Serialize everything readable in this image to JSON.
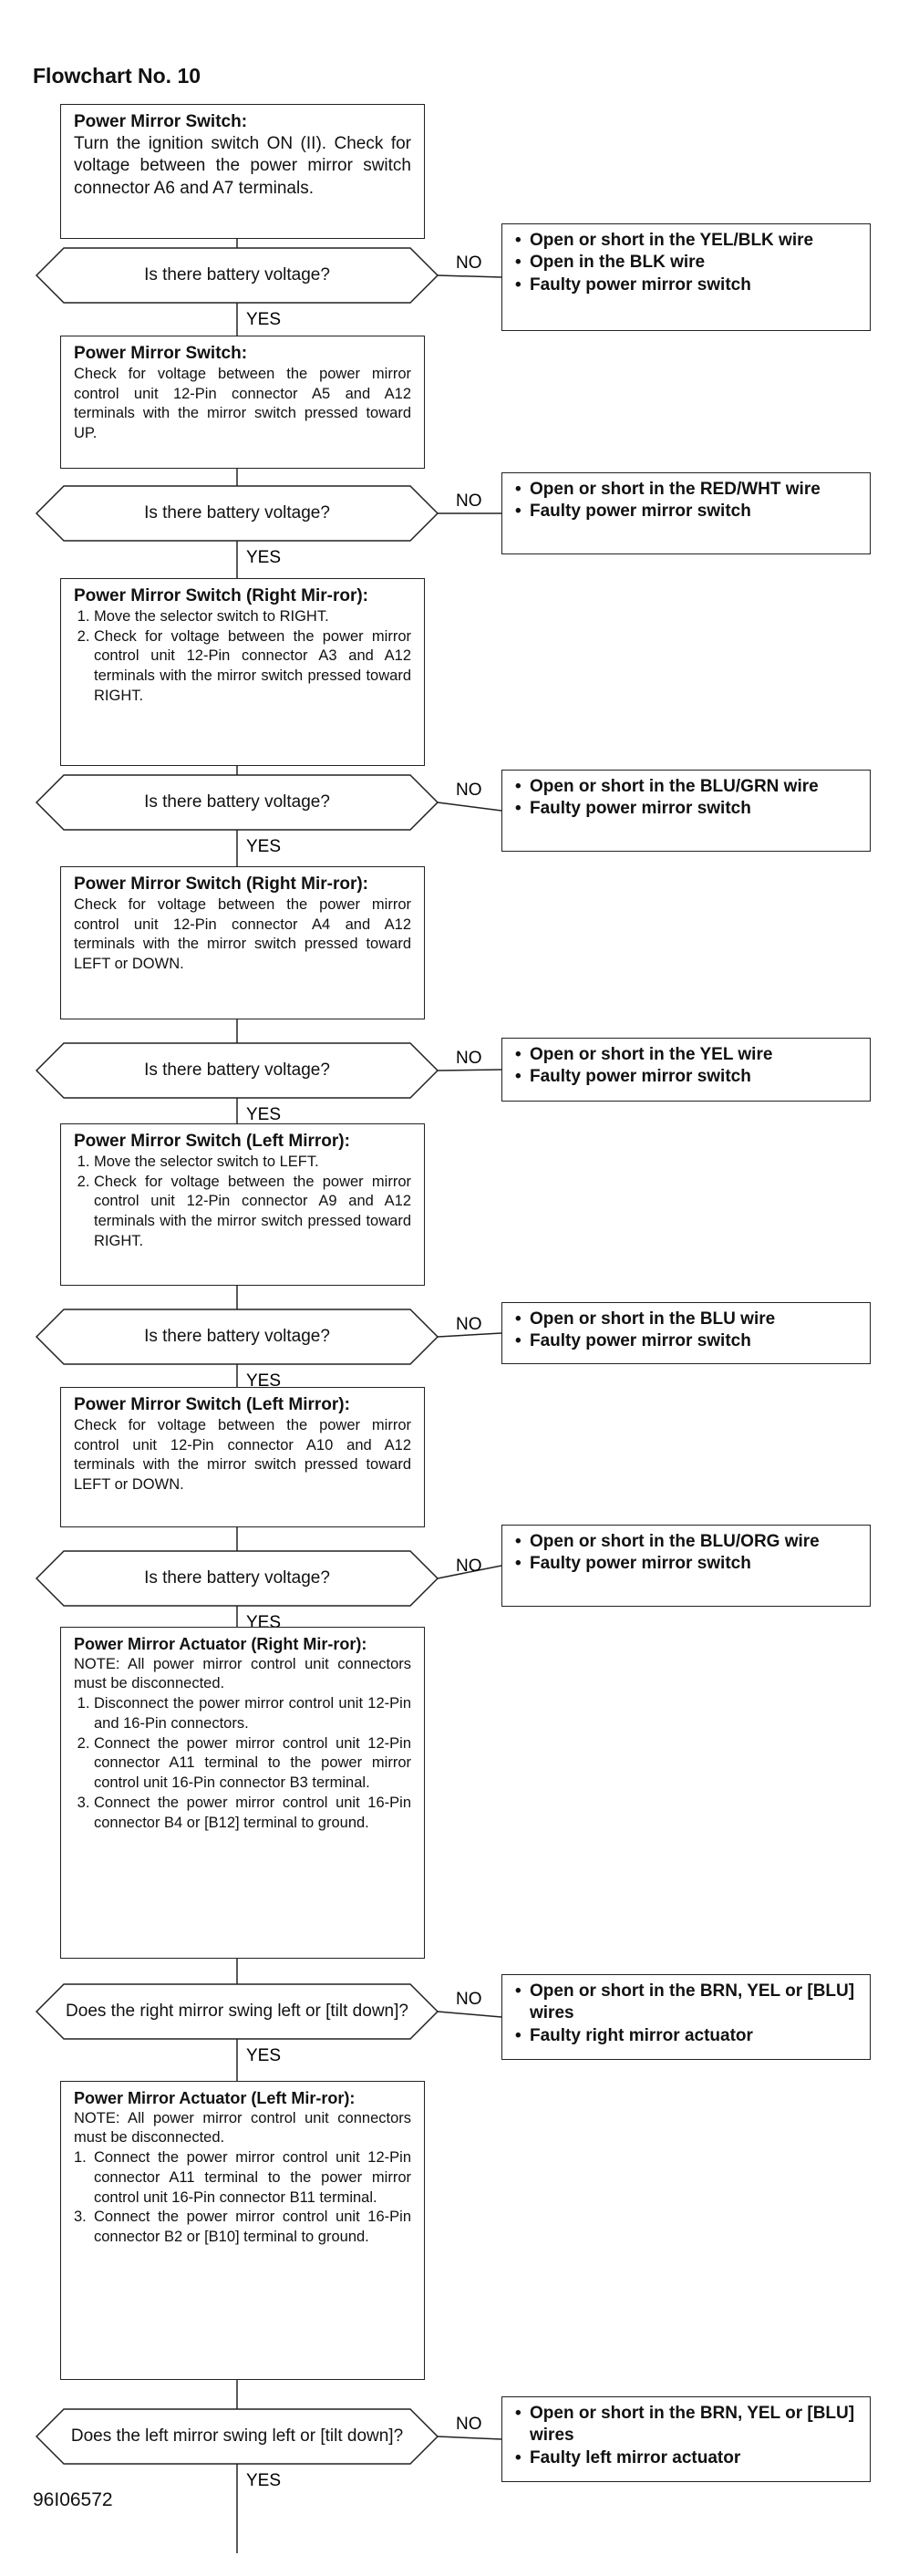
{
  "title": "Flowchart No. 10",
  "figure_code": "96I06572",
  "yes_label": "YES",
  "no_label": "NO",
  "steps": [
    {
      "heading": "Power Mirror Switch:",
      "text": "Turn the ignition switch ON (II). Check for voltage between the power mirror switch connector A6 and A7 terminals.",
      "question": "Is there battery voltage?",
      "results": [
        "Open or short in the YEL/BLK wire",
        "Open in the BLK wire",
        "Faulty power mirror switch"
      ]
    },
    {
      "heading": "Power Mirror Switch:",
      "text": "Check for voltage between the power mirror control unit 12-Pin connector A5 and A12 terminals with the mirror switch pressed toward UP.",
      "question": "Is there battery voltage?",
      "results": [
        "Open or short in the RED/WHT wire",
        "Faulty power mirror switch"
      ]
    },
    {
      "heading": "Power Mirror Switch (Right Mir-ror):",
      "items": [
        "Move the selector switch to RIGHT.",
        "Check for voltage between the power mirror control unit 12-Pin connector A3 and A12 terminals with the mirror switch pressed toward RIGHT."
      ],
      "question": "Is there battery voltage?",
      "results": [
        "Open or short in the BLU/GRN wire",
        "Faulty power mirror switch"
      ]
    },
    {
      "heading": "Power Mirror Switch (Right Mir-ror):",
      "text": "Check for voltage between the power mirror control unit 12-Pin connector A4 and A12 terminals with the mirror switch pressed toward LEFT or DOWN.",
      "question": "Is there battery voltage?",
      "results": [
        "Open or short in the YEL wire",
        "Faulty power mirror switch"
      ]
    },
    {
      "heading": "Power Mirror Switch (Left Mirror):",
      "items": [
        "Move the selector switch to LEFT.",
        "Check for voltage between the power mirror control unit 12-Pin connector A9 and A12 terminals with the mirror switch pressed toward RIGHT."
      ],
      "question": "Is there battery voltage?",
      "results": [
        "Open or short in the BLU wire",
        "Faulty power mirror switch"
      ]
    },
    {
      "heading": "Power Mirror Switch (Left Mirror):",
      "text": "Check for voltage between the power mirror control unit 12-Pin connector A10 and A12 terminals with the mirror switch pressed toward LEFT or DOWN.",
      "question": "Is there battery voltage?",
      "results": [
        "Open or short in the BLU/ORG wire",
        "Faulty power mirror switch"
      ]
    },
    {
      "heading": "Power Mirror Actuator (Right Mir-ror):",
      "note": "NOTE: All power mirror control unit connectors must be disconnected.",
      "items": [
        "Disconnect the power mirror control unit 12-Pin and 16-Pin connectors.",
        "Connect the power mirror control unit 12-Pin connector A11 terminal to the power mirror control unit 16-Pin connector B3 terminal.",
        "Connect the power mirror control unit 16-Pin connector B4 or [B12] terminal to ground."
      ],
      "question": "Does the right mirror swing left or [tilt down]?",
      "results": [
        "Open or short in the BRN, YEL or [BLU] wires",
        "Faulty right mirror actuator"
      ]
    },
    {
      "heading": "Power Mirror Actuator (Left Mir-ror):",
      "note": "NOTE: All power mirror control unit connectors must be disconnected.",
      "items": [
        "Connect the power mirror control unit 12-Pin connector A11 terminal to the power mirror control unit 16-Pin connector B11 terminal.",
        "Connect the power mirror control unit 16-Pin connector B2 or [B10] terminal to ground."
      ],
      "item_numbers": [
        "1.",
        "3."
      ],
      "question": "Does the left mirror swing left or [tilt down]?",
      "results": [
        "Open or short in the BRN, YEL or [BLU] wires",
        "Faulty left mirror actuator"
      ]
    }
  ]
}
